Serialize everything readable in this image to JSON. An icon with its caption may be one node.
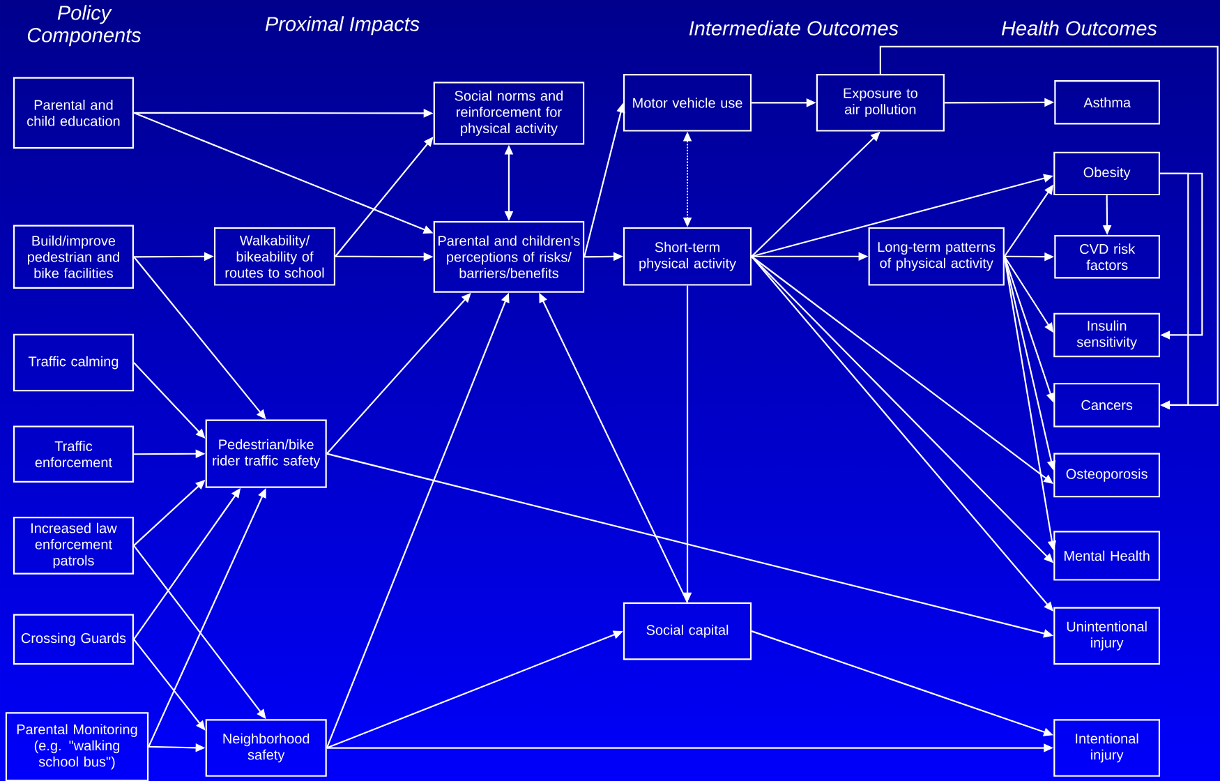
{
  "diagram": {
    "nodes": [
      {
        "text": [
          "Parental and child education"
        ]
      },
      {
        "text": [
          "Build/improve pedestrian and bike facilities"
        ]
      },
      {
        "text": [
          "Traffic calming"
        ]
      },
      {
        "text": [
          "Traffic enforcement"
        ]
      },
      {
        "text": [
          "Increased law enforcement patrols"
        ]
      },
      {
        "text": [
          "Crossing Guards"
        ]
      },
      {
        "text": [
          "Parental Monitoring (e.g. \"walking school bus\")"
        ]
      },
      {
        "text": [
          "Walkability/ bikeability of routes to school"
        ]
      },
      {
        "text": [
          "Social norms and reinforcement for physical activity"
        ]
      },
      {
        "text": [
          "Parental and children's perceptions of risks/ barriers/benefits"
        ]
      },
      {
        "text": [
          "Pedestrian/bike rider traffic safety"
        ]
      },
      {
        "text": [
          "Neighborhood safety"
        ]
      },
      {
        "text": [
          "Motor vehicle use"
        ]
      },
      {
        "text": [
          "Short-term physical activity"
        ]
      },
      {
        "text": [
          "Social capital"
        ]
      },
      {
        "text": [
          "Exposure to air pollution"
        ]
      },
      {
        "text": [
          "Long-term patterns of physical activity"
        ]
      },
      {
        "text": [
          "Asthma"
        ]
      },
      {
        "text": [
          "Obesity"
        ]
      },
      {
        "text": [
          "CVD risk factors"
        ]
      },
      {
        "text": [
          "Insulin sensitivity"
        ]
      },
      {
        "text": [
          "Cancers"
        ]
      },
      {
        "text": [
          "Osteoporosis"
        ]
      },
      {
        "text": [
          "Mental Health"
        ]
      },
      {
        "text": [
          "Unintentional injury"
        ]
      },
      {
        "text": [
          "Intentional injury"
        ]
      }
    ],
    "edges": [
      {
        "from": 0,
        "to": 8,
        "arrow": "to"
      },
      {
        "from": 0,
        "to": 9,
        "arrow": "to"
      },
      {
        "from": 1,
        "to": 7,
        "arrow": "to"
      },
      {
        "from": 1,
        "to": 10,
        "arrow": "to"
      },
      {
        "from": 7,
        "to": 8,
        "arrow": "to"
      },
      {
        "from": 7,
        "to": 9,
        "arrow": "to"
      },
      {
        "from": 2,
        "to": 10,
        "arrow": "to"
      },
      {
        "from": 3,
        "to": 10,
        "arrow": "to"
      },
      {
        "from": 4,
        "to": 10,
        "arrow": "to"
      },
      {
        "from": 4,
        "to": 11,
        "arrow": "to"
      },
      {
        "from": 5,
        "to": 10,
        "arrow": "to"
      },
      {
        "from": 5,
        "to": 11,
        "arrow": "to"
      },
      {
        "from": 6,
        "to": 10,
        "arrow": "to"
      },
      {
        "from": 6,
        "to": 11,
        "arrow": "to"
      },
      {
        "from": 8,
        "to": 9,
        "arrow": "both"
      },
      {
        "from": 10,
        "to": 9,
        "arrow": "to"
      },
      {
        "from": 10,
        "to": 24,
        "arrow": "to"
      },
      {
        "from": 11,
        "to": 9,
        "arrow": "to"
      },
      {
        "from": 11,
        "to": 14,
        "arrow": "to"
      },
      {
        "from": 11,
        "to": 25,
        "arrow": "to"
      },
      {
        "from": 14,
        "to": 9,
        "arrow": "to"
      },
      {
        "from": 9,
        "to": 12,
        "arrow": "to"
      },
      {
        "from": 9,
        "to": 13,
        "arrow": "to"
      },
      {
        "from": 12,
        "to": 13,
        "arrow": "both",
        "style": "dashed"
      },
      {
        "from": 12,
        "to": 15,
        "arrow": "to"
      },
      {
        "from": 13,
        "to": 14,
        "arrow": "to"
      },
      {
        "from": 13,
        "to": 15,
        "arrow": "to"
      },
      {
        "from": 13,
        "to": 18,
        "arrow": "to"
      },
      {
        "from": 13,
        "to": 16,
        "arrow": "to"
      },
      {
        "from": 13,
        "to": 22,
        "arrow": "to"
      },
      {
        "from": 13,
        "to": 23,
        "arrow": "to"
      },
      {
        "from": 13,
        "to": 24,
        "arrow": "to"
      },
      {
        "from": 14,
        "to": 25,
        "arrow": "to"
      },
      {
        "from": 15,
        "to": 17,
        "arrow": "to"
      },
      {
        "from": 15,
        "to": 21,
        "arrow": "to"
      },
      {
        "from": 16,
        "to": 18,
        "arrow": "to"
      },
      {
        "from": 16,
        "to": 19,
        "arrow": "to"
      },
      {
        "from": 16,
        "to": 20,
        "arrow": "to"
      },
      {
        "from": 16,
        "to": 21,
        "arrow": "to"
      },
      {
        "from": 16,
        "to": 22,
        "arrow": "to"
      },
      {
        "from": 16,
        "to": 23,
        "arrow": "to"
      },
      {
        "from": 18,
        "to": 19,
        "arrow": "to"
      },
      {
        "from": 18,
        "to": 20,
        "arrow": "to"
      },
      {
        "from": 18,
        "to": 21,
        "arrow": "to"
      }
    ],
    "labels": [
      "Policy Components",
      "Proximal Impacts",
      "Intermediate Outcomes",
      "Health Outcomes"
    ]
  }
}
